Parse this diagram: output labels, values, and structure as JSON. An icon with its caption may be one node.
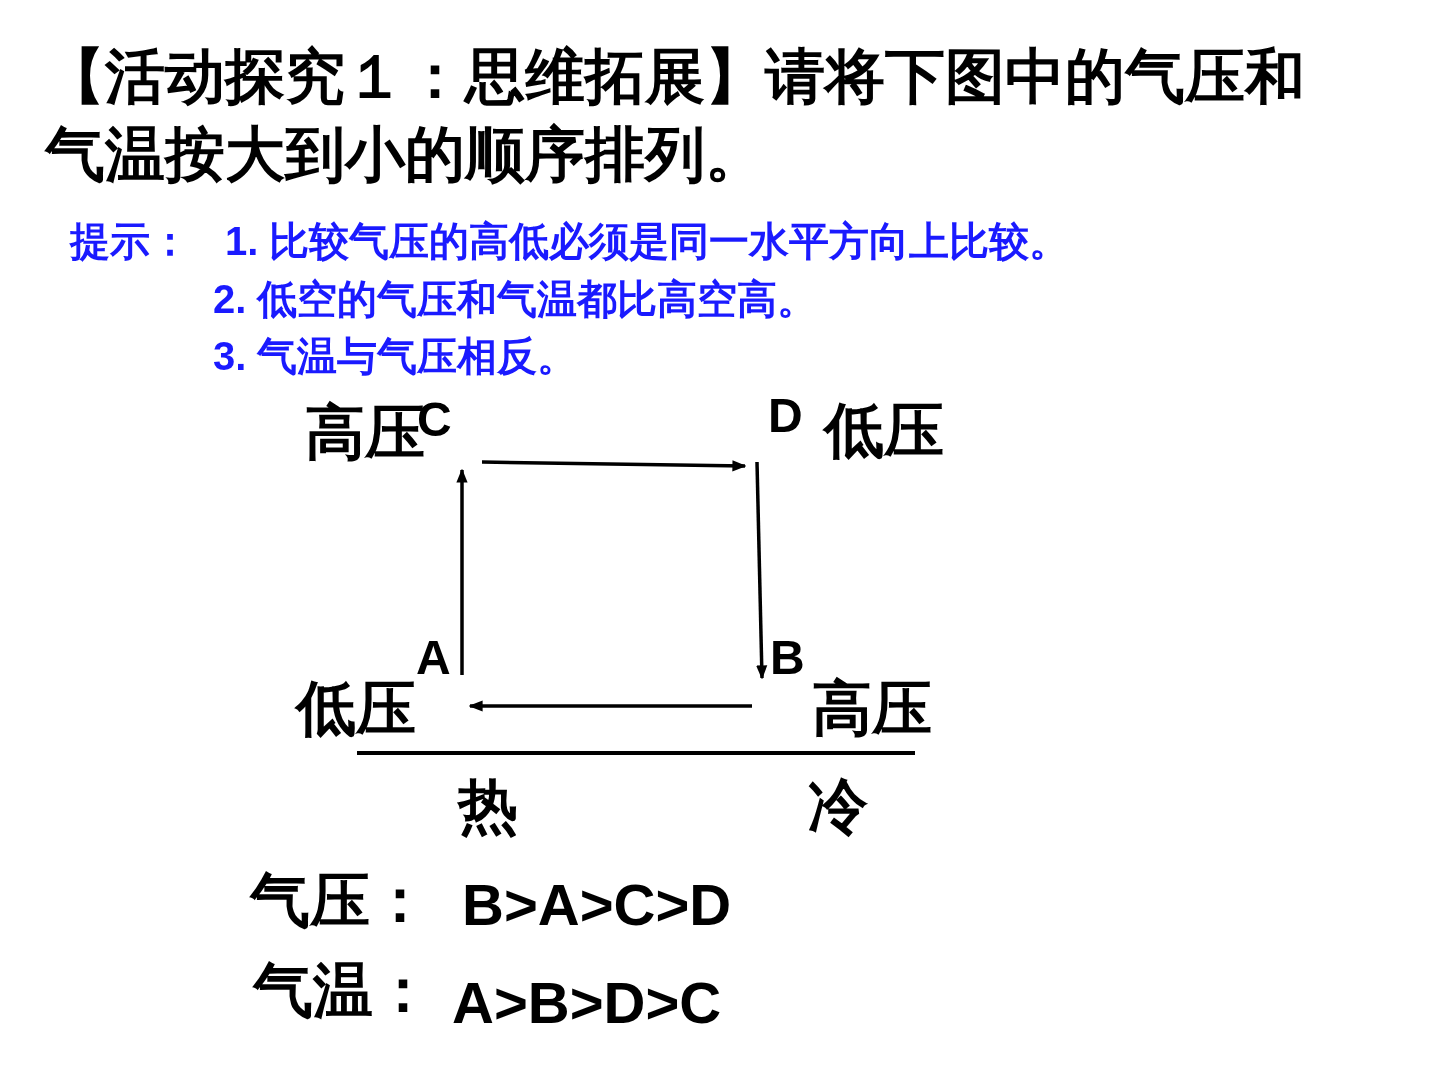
{
  "diagram": {
    "title": "【活动探究１：思维拓展】请将下图中的气压和气温按大到小的顺序排列。",
    "nodes": [
      {
        "text": [
          "C"
        ],
        "beside": [
          "高压"
        ]
      },
      {
        "text": [
          "D"
        ],
        "beside": [
          "低压"
        ]
      },
      {
        "text": [
          "A"
        ],
        "beside": [
          "低压"
        ]
      },
      {
        "text": [
          "B"
        ],
        "beside": [
          "高压"
        ]
      }
    ],
    "edges": [
      {
        "from": 2,
        "to": 0,
        "arrow": "to"
      },
      {
        "from": 0,
        "to": 1,
        "arrow": "to"
      },
      {
        "from": 1,
        "to": 3,
        "arrow": "to"
      },
      {
        "from": 3,
        "to": 2,
        "arrow": "to"
      }
    ],
    "labels": [
      "提示：",
      "1. 比较气压的高低必须是同一水平方向上比较。",
      "2. 低空的气压和气温都比高空高。",
      "3. 气温与气压相反。",
      "热",
      "冷",
      "气压：",
      "B>A>C>D",
      "气温：",
      "A>B>D>C"
    ]
  }
}
